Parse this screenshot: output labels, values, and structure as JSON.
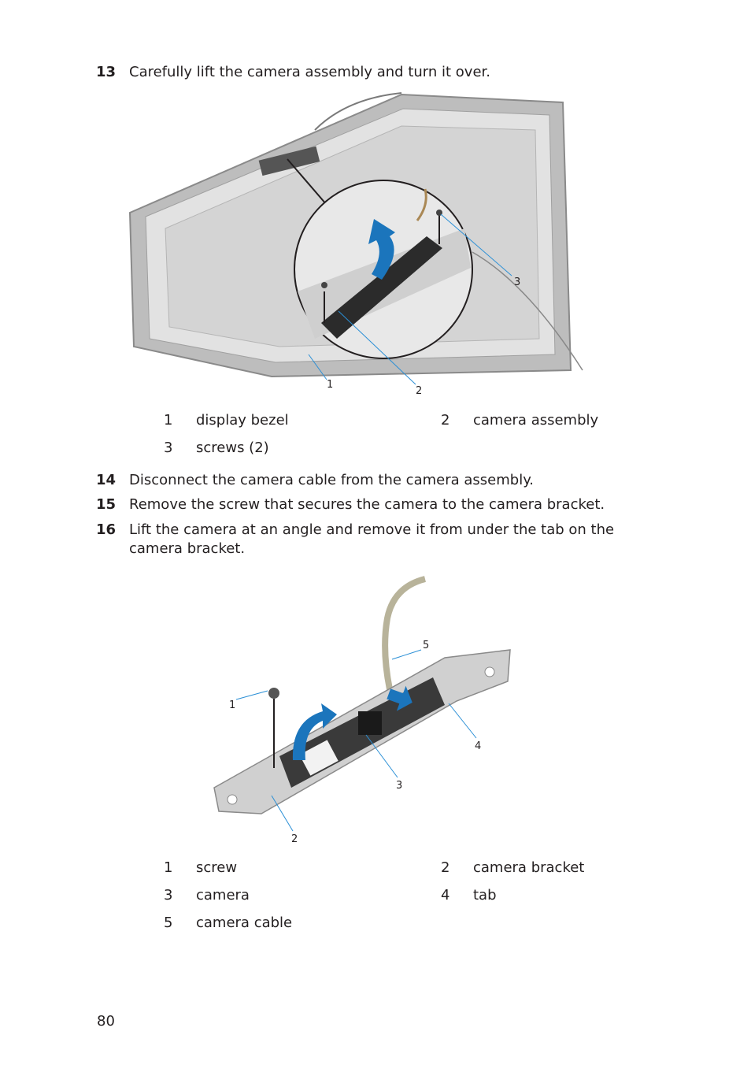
{
  "steps": [
    {
      "num": "13",
      "text": "Carefully lift the camera assembly and turn it over."
    },
    {
      "num": "14",
      "text": "Disconnect the camera cable from the camera assembly."
    },
    {
      "num": "15",
      "text": "Remove the screw that secures the camera to the camera bracket."
    },
    {
      "num": "16",
      "text": "Lift the camera at an angle and remove it from under the tab on the camera bracket."
    }
  ],
  "figure1": {
    "callouts": [
      "1",
      "2",
      "3"
    ],
    "legend": [
      {
        "num": "1",
        "label": "display bezel"
      },
      {
        "num": "2",
        "label": "camera assembly"
      },
      {
        "num": "3",
        "label": "screws (2)"
      }
    ]
  },
  "figure2": {
    "callouts": [
      "1",
      "2",
      "3",
      "4",
      "5"
    ],
    "legend": [
      {
        "num": "1",
        "label": "screw"
      },
      {
        "num": "2",
        "label": "camera bracket"
      },
      {
        "num": "3",
        "label": "camera"
      },
      {
        "num": "4",
        "label": "tab"
      },
      {
        "num": "5",
        "label": "camera cable"
      }
    ]
  },
  "page_number": "80",
  "colors": {
    "callout_line": "#2a8fd6",
    "arrow": "#1b75bc",
    "bezel": "#9a9a9a"
  }
}
